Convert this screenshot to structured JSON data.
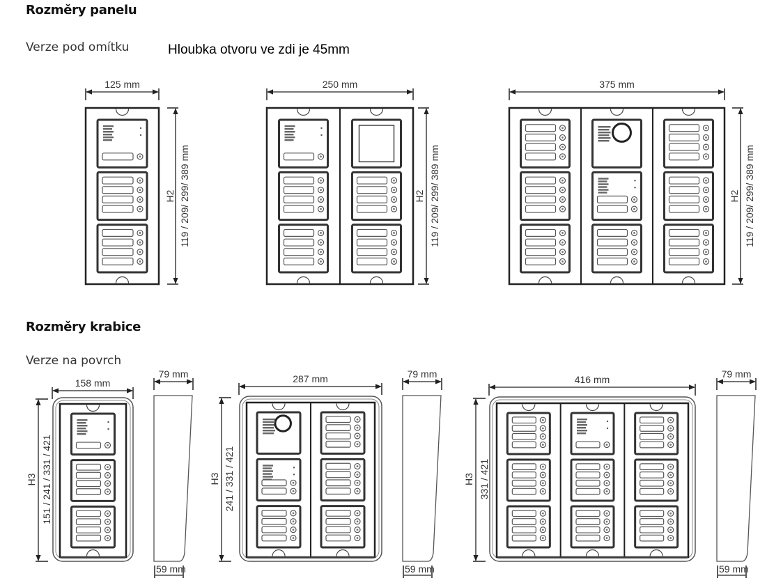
{
  "sections": {
    "panel_title": "Rozměry panelu",
    "panel_subtitle": "Verze pod omítku",
    "panel_note": "Hloubka otvoru ve zdi je 45mm",
    "box_title": "Rozměry krabice",
    "box_subtitle": "Verze na povrch"
  },
  "panels": [
    {
      "width_label": "125 mm",
      "height_name": "H2",
      "height_values": "119 / 209/ 299/ 389 mm",
      "columns": [
        [
          "speaker1",
          "buttons4",
          "buttons4"
        ]
      ]
    },
    {
      "width_label": "250 mm",
      "height_name": "H2",
      "height_values": "119 / 209/ 299/ 389 mm",
      "columns": [
        [
          "speaker1",
          "buttons4",
          "buttons4"
        ],
        [
          "display",
          "buttons4",
          "buttons4"
        ]
      ]
    },
    {
      "width_label": "375 mm",
      "height_name": "H2",
      "height_values": "119 / 209/ 299/ 389 mm",
      "columns": [
        [
          "buttons4",
          "buttons4",
          "buttons4"
        ],
        [
          "camera",
          "speaker2",
          "buttons4"
        ],
        [
          "buttons4",
          "buttons4",
          "buttons4"
        ]
      ]
    }
  ],
  "boxes": [
    {
      "width_label": "158 mm",
      "height_name": "H3",
      "height_values": "151 / 241 / 331 / 421",
      "depth_top": "79 mm",
      "depth_bottom": "59 mm",
      "columns": [
        [
          "speaker1",
          "buttons4",
          "buttons4"
        ]
      ]
    },
    {
      "width_label": "287 mm",
      "height_name": "H3",
      "height_values": "241 / 331 / 421",
      "depth_top": "79 mm",
      "depth_bottom": "59 mm",
      "columns": [
        [
          "camera",
          "speaker2",
          "buttons4"
        ],
        [
          "buttons4",
          "buttons4",
          "buttons4"
        ]
      ]
    },
    {
      "width_label": "416 mm",
      "height_name": "H3",
      "height_values": "331 / 421",
      "depth_top": "79 mm",
      "depth_bottom": "59 mm",
      "columns": [
        [
          "buttons4",
          "buttons4",
          "buttons4"
        ],
        [
          "speaker1",
          "buttons4",
          "buttons4"
        ],
        [
          "buttons4",
          "buttons4",
          "buttons4"
        ]
      ]
    }
  ]
}
